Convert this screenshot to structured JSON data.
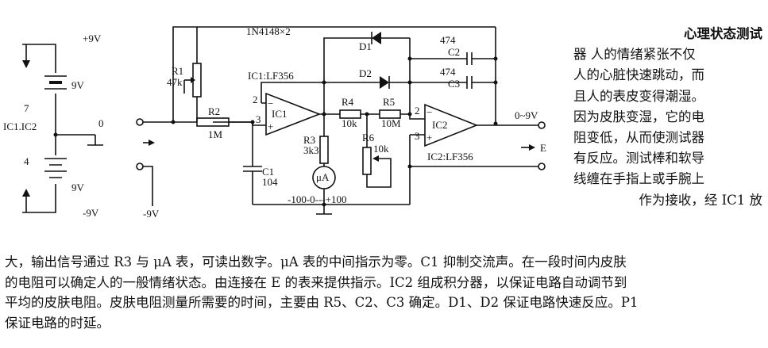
{
  "circuit": {
    "labels": {
      "plus9v": "+9V",
      "minus9v": "-9V",
      "bat_top": "9V",
      "bat_bottom": "9V",
      "pin7": "7",
      "pin4": "4",
      "supply_ic": "IC1.IC2",
      "gnd0": "0",
      "r1": "R1",
      "r1_val": "47k",
      "r2": "R2",
      "r2_val": "1M",
      "diode_type": "1N4148×2",
      "d1": "D1",
      "d2": "D2",
      "c2_val": "474",
      "c2": "C2",
      "c3_val": "474",
      "c3": "C3",
      "ic1_type": "IC1:LF356",
      "ic1": "IC1",
      "r3": "R3",
      "r3_val": "3k3",
      "r4": "R4",
      "r4_val": "10k",
      "r5": "R5",
      "r5_val": "10M",
      "r6": "R6",
      "r6_val": "10k",
      "ua": "μA",
      "c1": "C1",
      "c1_val": "104",
      "meter_scale": "-100-0---+100",
      "ic2": "IC2",
      "ic2_type": "IC2:LF356",
      "out": "0~9V",
      "e": "E",
      "probe_minus": "-9V",
      "pin2a": "2",
      "pin3a": "3",
      "pin2b": "2",
      "pin3b": "3"
    }
  },
  "text": {
    "title": "心理状态测试",
    "side": [
      "器 人的情绪紧张不仅",
      "人的心脏快速跳动，而",
      "且人的表皮变得潮湿。",
      "因为皮肤变湿，它的电",
      "阻变低，从而使测试器",
      "有反应。测试棒和软导",
      "线缠在手指上或手腕上",
      "作为接收，经 IC1 放"
    ],
    "bottom": [
      "大，输出信号通过 R3 与 μA 表，可读出数字。μA 表的中间指示为零。C1 抑制交流声。在一段时间内皮肤",
      "的电阻可以确定人的一般情绪状态。由连接在 E 的表来提供指示。IC2 组成积分器，以保证电路自动调节到",
      "平均的皮肤电阻。皮肤电阻测量所需要的时间，主要由 R5、C2、C3 确定。D1、D2 保证电路快速反应。P1",
      "保证电路的时延。"
    ]
  }
}
